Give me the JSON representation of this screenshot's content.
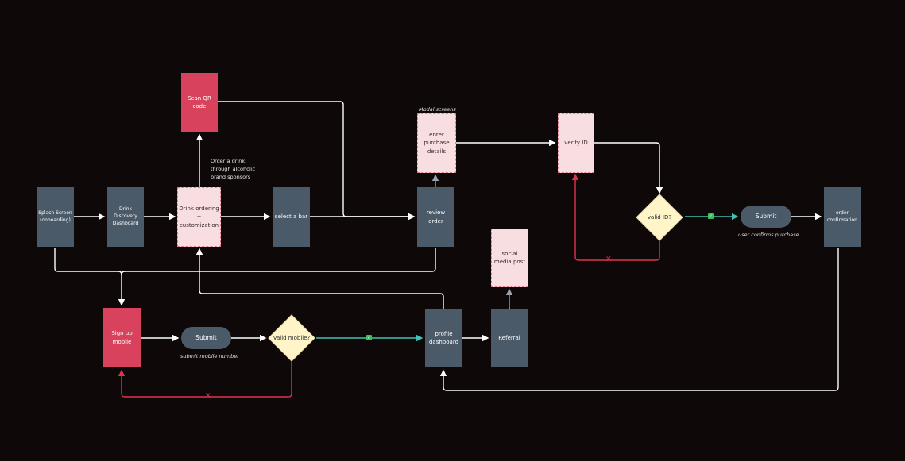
{
  "nodes": {
    "splash": "Splash Screen\n(onboarding)",
    "drink_discovery": "Drink\nDiscovery\nDashboard",
    "drink_ordering": "Drink ordering\n+\ncustomization",
    "scan_qr": "Scan QR\ncode",
    "select_bar": "select a bar",
    "review_order": "review\norder",
    "enter_purchase": "enter\npurchase\ndetails",
    "verify_id": "verify ID",
    "valid_id": "valid ID?",
    "submit_purchase": "Submit",
    "order_confirmation": "order\nconfirmation",
    "sign_up": "Sign up\nmobile",
    "submit_mobile": "Submit",
    "valid_mobile": "Valid mobile?",
    "profile_dashboard": "profile\ndashboard",
    "referral": "Referral",
    "social_post": "social\nmedia post"
  },
  "notes": {
    "order_drink": "Order a drink:\nthrough alcoholic\nbrand sponsors",
    "modal_screens": "Modal screens",
    "user_confirms": "user confirms purchase",
    "submit_mobile_number": "submit mobile number"
  },
  "colors": {
    "background": "#0f0809",
    "slate": "#4b5a68",
    "red": "#d9425d",
    "pink": "#f8dde1",
    "decision": "#fff5c9",
    "arrow": "#ffffff",
    "success": "#3fc1b3",
    "fail": "#e0334e"
  }
}
